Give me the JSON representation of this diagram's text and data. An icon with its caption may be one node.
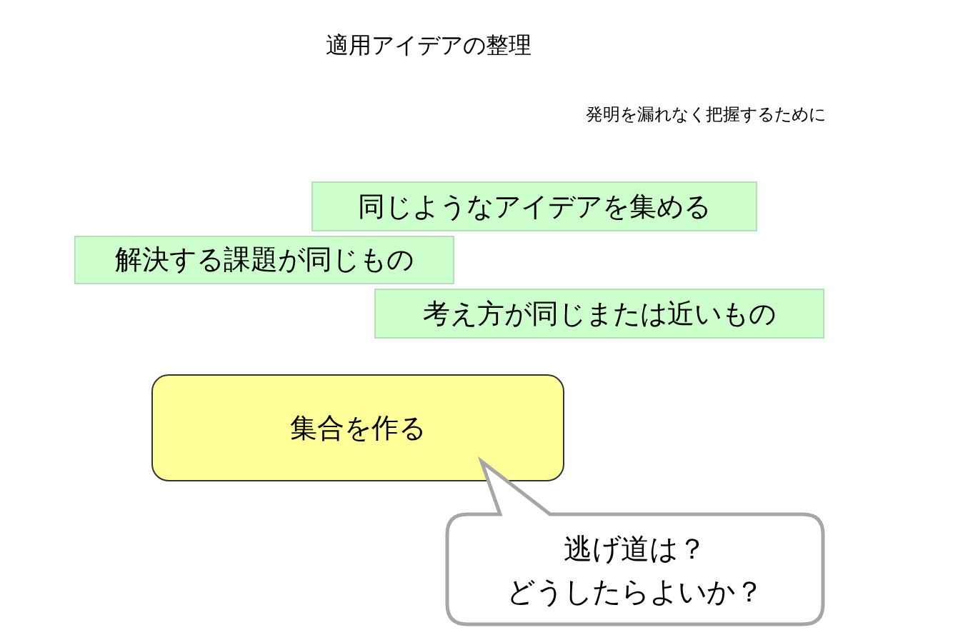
{
  "diagram": {
    "title": "適用アイデアの整理",
    "nodes": [
      {
        "text": [
          "同じようなアイデアを集める"
        ]
      },
      {
        "text": [
          "解決する課題が同じもの"
        ]
      },
      {
        "text": [
          "考え方が同じまたは近いもの"
        ]
      },
      {
        "text": [
          "集合を作る"
        ]
      },
      {
        "text": [
          "逃げ道は？",
          "どうしたらよいか？"
        ]
      }
    ],
    "edges": [],
    "labels": [
      "発明を漏れなく把握するために"
    ]
  }
}
